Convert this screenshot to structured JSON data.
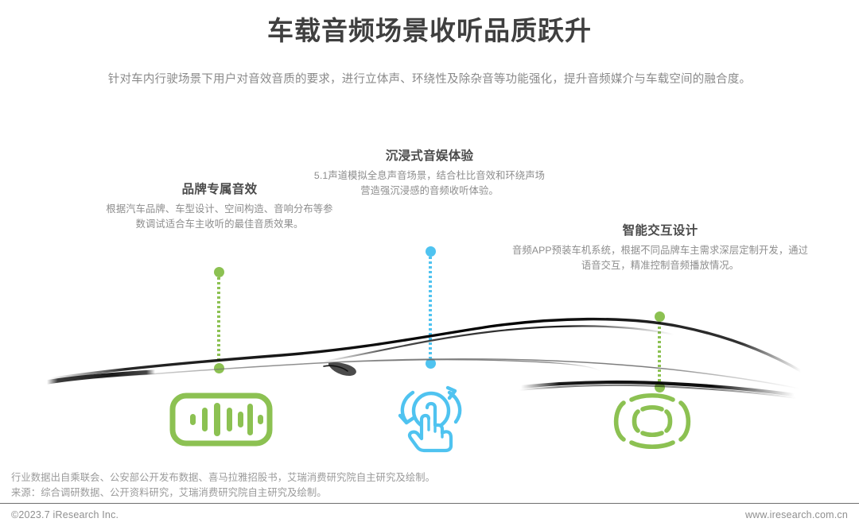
{
  "header": {
    "title": "车载音频场景收听品质跃升",
    "subtitle": "针对车内行驶场景下用户对音效音质的要求，进行立体声、环绕性及除杂音等功能强化，提升音频媒介与车载空间的融合度。"
  },
  "callouts": [
    {
      "id": "brand",
      "title": "品牌专属音效",
      "body": "根据汽车品牌、车型设计、空间构造、音响分布等参数调试适合车主收听的最佳音质效果。",
      "accent": "#8CC152",
      "icon": "audio-waveform-icon"
    },
    {
      "id": "immersive",
      "title": "沉浸式音娱体验",
      "body": "5.1声道模拟全息声音场景，结合杜比音效和环绕声场营造强沉浸感的音频收听体验。",
      "accent": "#4FC3F0",
      "icon": "touch-rotate-icon"
    },
    {
      "id": "smart",
      "title": "智能交互设计",
      "body": "音频APP预装车机系统，根据不同品牌车主需求深层定制开发，通过语音交互，精准控制音频播放情况。",
      "accent": "#8CC152",
      "icon": "voice-waves-icon"
    }
  ],
  "illustration": {
    "name": "car-silhouette",
    "description": "轿车侧面线条剪影"
  },
  "footer": {
    "source_line_1": "行业数据出自乘联会、公安部公开发布数据、喜马拉雅招股书，艾瑞消费研究院自主研究及绘制。",
    "source_line_2": "来源：综合调研数据、公开资料研究，艾瑞消费研究院自主研究及绘制。",
    "copyright": "©2023.7 iResearch Inc.",
    "url": "www.iresearch.com.cn"
  },
  "colors": {
    "green": "#8CC152",
    "blue": "#4FC3F0",
    "title_gray": "#3f3f3f",
    "body_gray": "#8d8d8d"
  }
}
